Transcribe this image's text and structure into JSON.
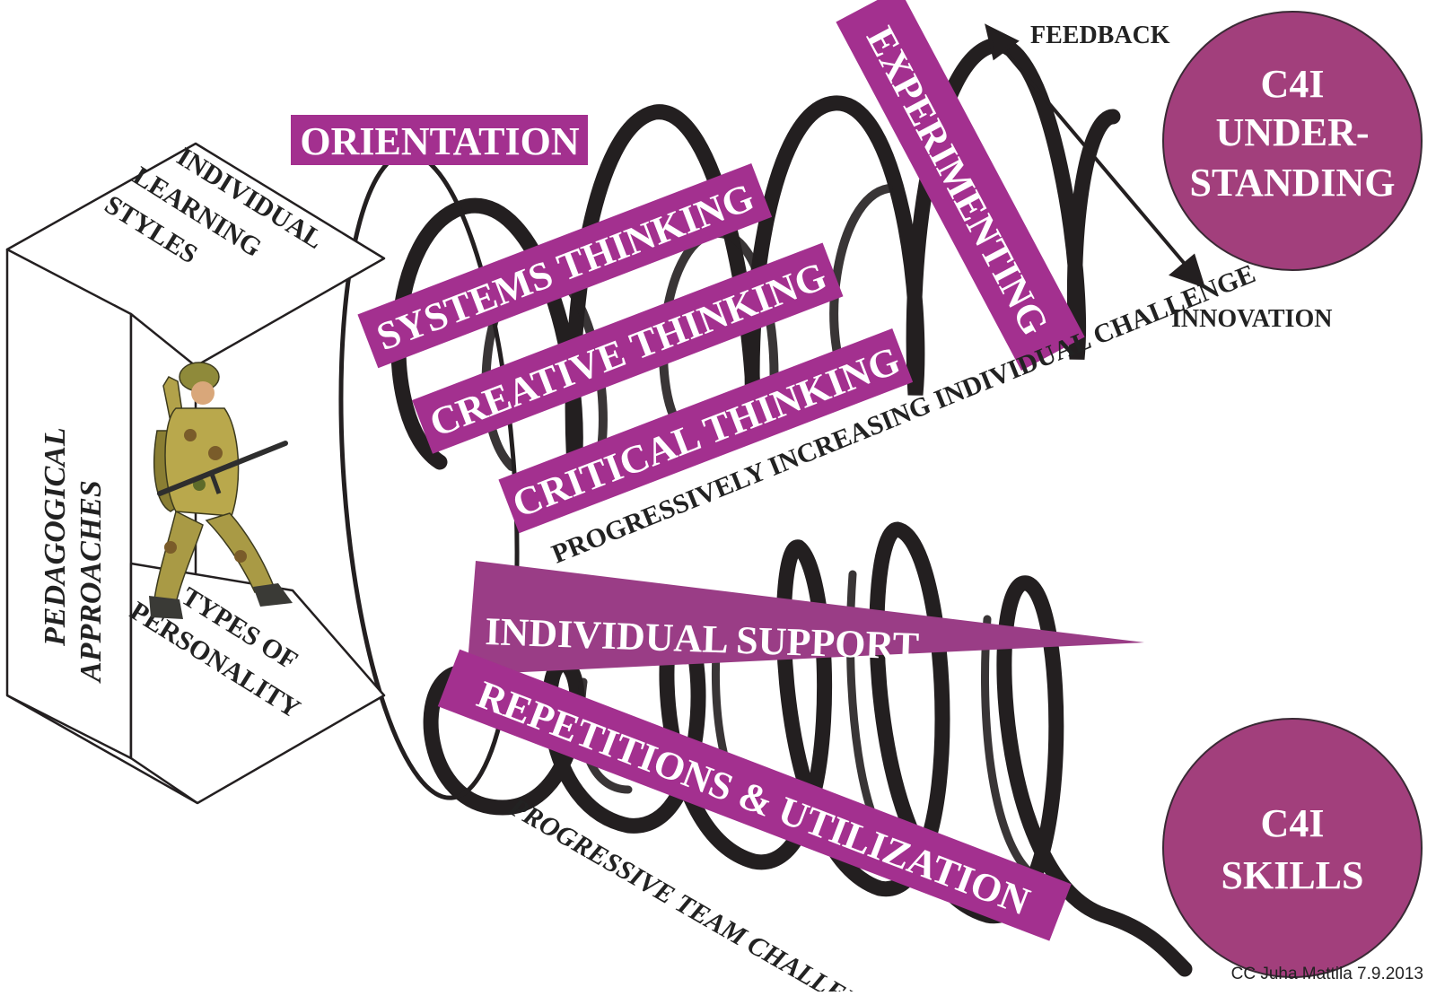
{
  "labels": {
    "orientation": "ORIENTATION",
    "experimenting": "EXPERIMENTING",
    "systems_thinking": "SYSTEMS THINKING",
    "creative_thinking": "CREATIVE THINKING",
    "critical_thinking": "CRITICAL THINKING",
    "individual_support": "INDIVIDUAL SUPPORT",
    "repetitions": "REPETITIONS & UTILIZATION",
    "feedback": "FEEDBACK",
    "innovation": "INNOVATION",
    "progressive_individual": "PROGRESSIVELY INCREASING INDIVIDUAL CHALLENGE",
    "progressive_team": "PROGRESSIVE TEAM CHALLENGE"
  },
  "box": {
    "top_face": [
      "INDIVIDUAL",
      "LEARNING",
      "STYLES"
    ],
    "bottom_face": [
      "TYPES OF",
      "PERSONALITY"
    ],
    "side_face": [
      "PEDAGOGICAL",
      "APPROACHES"
    ]
  },
  "circles": {
    "understanding": [
      "C4I",
      "UNDER-",
      "STANDING"
    ],
    "skills": [
      "C4I",
      "SKILLS"
    ]
  },
  "copyright": "CC Juha Mattila 7.9.2013",
  "colors": {
    "magenta": "#a3308f",
    "magenta_dark": "#9a3d86",
    "circle": "#a23f7c",
    "ribbon": "#231f20"
  }
}
